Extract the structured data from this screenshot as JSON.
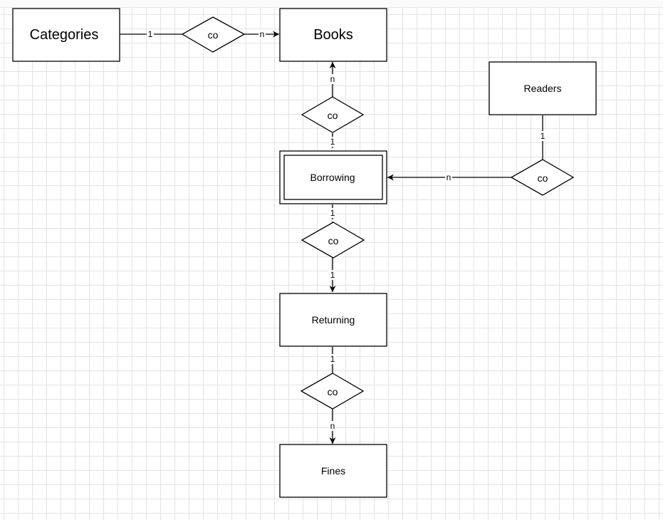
{
  "entities": {
    "categories": "Categories",
    "books": "Books",
    "readers": "Readers",
    "borrowing": "Borrowing",
    "returning": "Returning",
    "fines": "Fines"
  },
  "relationships": {
    "categories_books": "co",
    "books_borrowing": "co",
    "readers_borrowing": "co",
    "borrowing_returning": "co",
    "returning_fines": "co"
  },
  "cardinalities": {
    "categories_side": "1",
    "books_side_from_categories": "n",
    "books_side_from_borrowing": "n",
    "borrowing_side_to_books": "1",
    "readers_side": "1",
    "borrowing_side_from_readers": "n",
    "borrowing_side_to_returning": "1",
    "returning_side_from_borrowing": "1",
    "returning_side_to_fines": "1",
    "fines_side": "n"
  },
  "colors": {
    "stroke": "#000000",
    "fill": "#ffffff",
    "grid": "#e3e3e3"
  }
}
